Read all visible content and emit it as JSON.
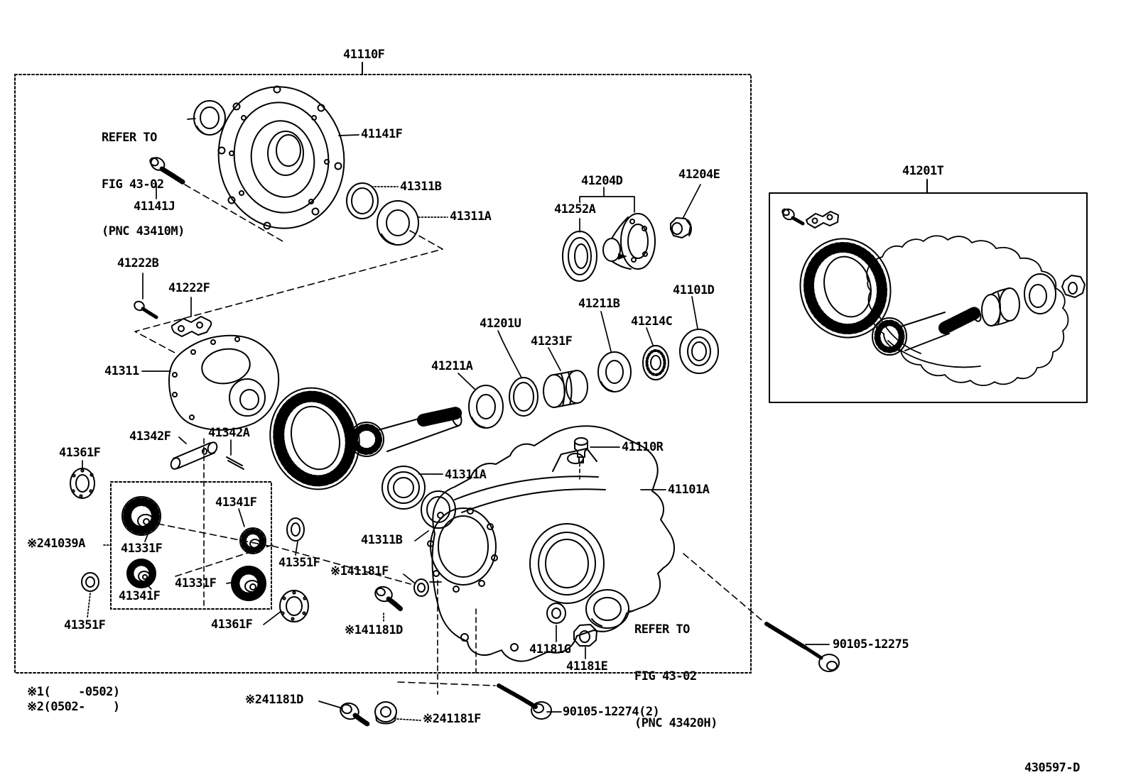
{
  "diagram": {
    "doc_number": "430597-D",
    "main_assembly_label": "41110F",
    "kit_box_label": "41201T"
  },
  "footnotes": {
    "f1": "※1(    -0502)",
    "f2": "※2(0502-    )"
  },
  "refer_note_top": {
    "l1": "REFER TO",
    "l2": "FIG 43-02",
    "l3": "(PNC 43410M)"
  },
  "refer_note_bottom": {
    "l1": "REFER TO",
    "l2": "FIG 43-02",
    "l3": "(PNC 43420H)"
  },
  "parts": {
    "p41141F": "41141F",
    "p41141J": "41141J",
    "p41311B": "41311B",
    "p41311A": "41311A",
    "p41204D": "41204D",
    "p41204E": "41204E",
    "p41252A": "41252A",
    "p41222B": "41222B",
    "p41222F": "41222F",
    "p41311": "41311",
    "p41201U": "41201U",
    "p41211A": "41211A",
    "p41211B": "41211B",
    "p41231F": "41231F",
    "p41214C": "41214C",
    "p41101D": "41101D",
    "p41110R": "41110R",
    "p41101A": "41101A",
    "p41342F": "41342F",
    "p41342A": "41342A",
    "p41361F": "41361F",
    "p41351F": "41351F",
    "p41331F": "41331F",
    "p41341F": "41341F",
    "pn241039A": "※241039A",
    "pn141181F": "※141181F",
    "pn141181D": "※141181D",
    "pn241181D": "※241181D",
    "pn241181F": "※241181F",
    "p41181G": "41181G",
    "p41181E": "41181E",
    "p90105_12275": "90105-12275",
    "p90105_12274": "90105-12274(2)"
  }
}
